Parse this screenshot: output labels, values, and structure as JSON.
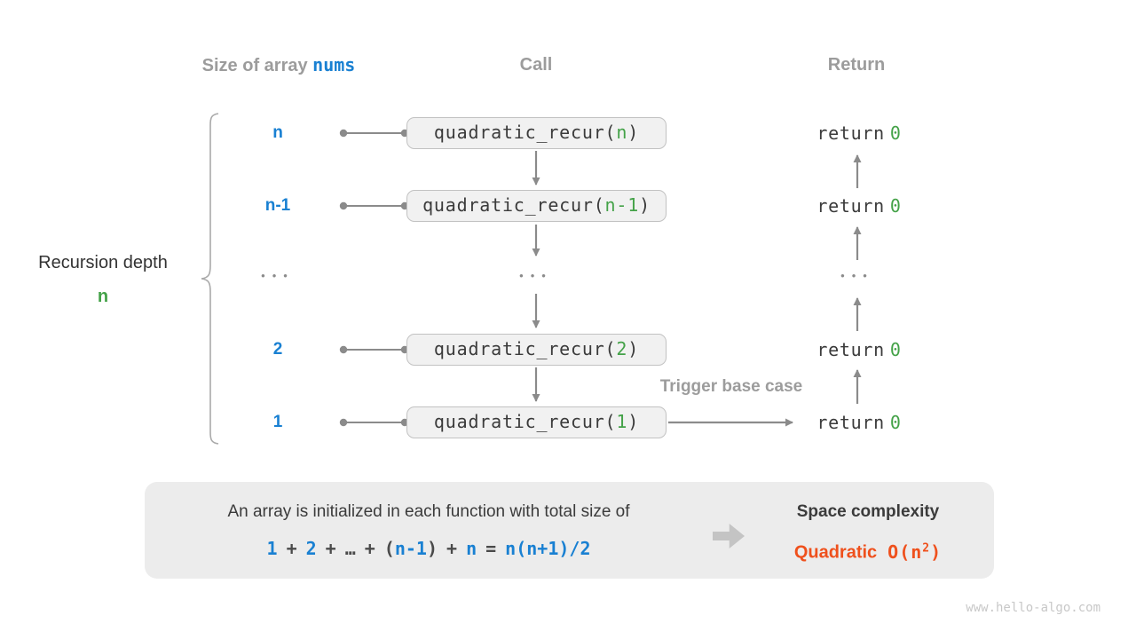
{
  "columns": {
    "size_label": "Size of array ",
    "size_code": "nums",
    "call": "Call",
    "return": "Return"
  },
  "depth": {
    "label": "Recursion depth",
    "value": "n"
  },
  "code": {
    "fn_prefix": "quadratic_recur(",
    "fn_suffix": ")",
    "return_kw": "return",
    "return_val": "0"
  },
  "rows": [
    {
      "size": "n",
      "arg": "n"
    },
    {
      "size": "n-1",
      "arg": "n-1"
    },
    {
      "ellipsis": "•••"
    },
    {
      "size": "2",
      "arg": "2"
    },
    {
      "size": "1",
      "arg": "1"
    }
  ],
  "trigger_label": "Trigger base case",
  "summary": {
    "line1": "An array is initialized in each function with total size of",
    "tokens": [
      {
        "t": "1"
      },
      {
        "t": "+"
      },
      {
        "t": "2"
      },
      {
        "t": "+"
      },
      {
        "t": "…"
      },
      {
        "t": "+"
      },
      {
        "t": "("
      },
      {
        "t": "n-1"
      },
      {
        "t": ")"
      },
      {
        "t": "+"
      },
      {
        "t": "n"
      },
      {
        "t": "="
      },
      {
        "t": "n(n+1)/2"
      }
    ],
    "result_title": "Space complexity",
    "result_name": "Quadratic",
    "big_o_prefix": "O(n",
    "big_o_sup": "2",
    "big_o_suffix": ")"
  },
  "watermark": "www.hello-algo.com",
  "colors": {
    "blue": "#1980d2",
    "green": "#44a248",
    "orange": "#ef501c",
    "gray_label": "#9c9c9c",
    "line": "#8b8b8b",
    "box_bg": "#f1f1f1",
    "panel_bg": "#ececec"
  }
}
